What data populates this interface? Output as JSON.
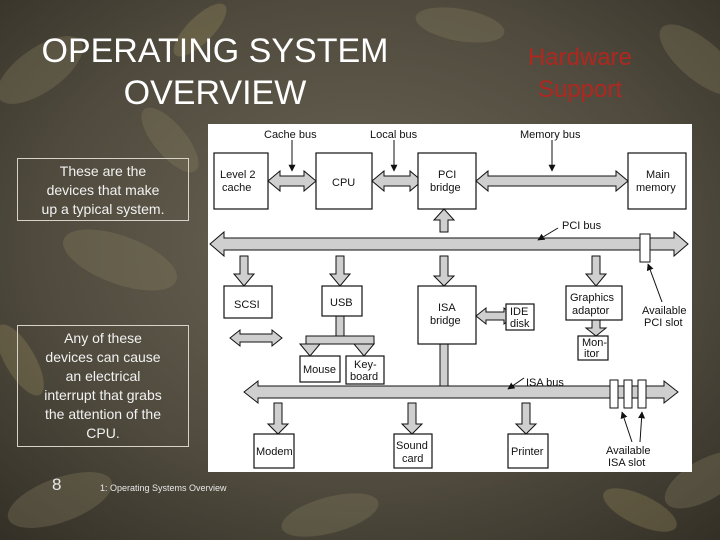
{
  "slide": {
    "title_line1": "OPERATING SYSTEM",
    "title_line2": "OVERVIEW",
    "subtitle_line1": "Hardware",
    "subtitle_line2": "Support",
    "callout1": [
      "These are the",
      "devices that make",
      "up a typical system."
    ],
    "callout2": [
      "Any of these",
      "devices can cause",
      "an electrical",
      "interrupt that grabs",
      "the attention of the",
      "CPU."
    ],
    "slide_number": "8",
    "footer": "1: Operating Systems Overview"
  },
  "diagram": {
    "buses": {
      "cache_bus": "Cache bus",
      "local_bus": "Local bus",
      "memory_bus": "Memory bus",
      "pci_bus": "PCI bus",
      "isa_bus": "ISA bus"
    },
    "components": {
      "level2_cache": [
        "Level 2",
        "cache"
      ],
      "cpu": "CPU",
      "pci_bridge": [
        "PCI",
        "bridge"
      ],
      "main_memory": [
        "Main",
        "memory"
      ],
      "scsi": "SCSI",
      "usb": "USB",
      "isa_bridge": [
        "ISA",
        "bridge"
      ],
      "ide_disk": [
        "IDE",
        "disk"
      ],
      "graphics_adaptor": [
        "Graphics",
        "adaptor"
      ],
      "available_pci_slot": [
        "Available",
        "PCI slot"
      ],
      "monitor": [
        "Mon-",
        "itor"
      ],
      "mouse": "Mouse",
      "keyboard": [
        "Key-",
        "board"
      ],
      "modem": "Modem",
      "sound_card": [
        "Sound",
        "card"
      ],
      "printer": "Printer",
      "available_isa_slot": [
        "Available",
        "ISA slot"
      ]
    }
  },
  "colors": {
    "title": "#ffffff",
    "subtitle": "#b0271f",
    "diagram_bg": "#ffffff",
    "bus_fill": "#cfcfcf"
  }
}
